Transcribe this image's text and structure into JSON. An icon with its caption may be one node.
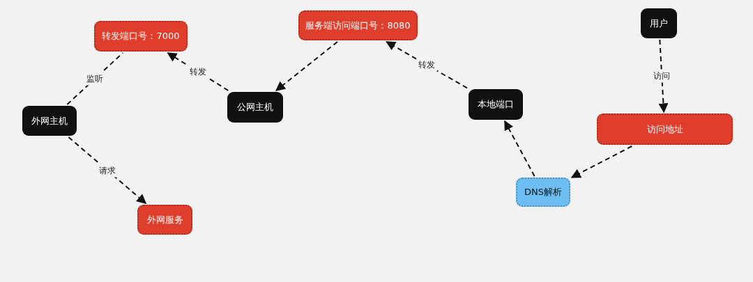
{
  "diagram": {
    "nodes": [
      {
        "text": [
          "用户"
        ]
      },
      {
        "text": [
          "访问地址"
        ]
      },
      {
        "text": [
          "DNS解析"
        ]
      },
      {
        "text": [
          "本地端口"
        ]
      },
      {
        "text": [
          "服务端访问端口号：8080"
        ]
      },
      {
        "text": [
          "公网主机"
        ]
      },
      {
        "text": [
          "转发端口号：7000"
        ]
      },
      {
        "text": [
          "外网主机"
        ]
      },
      {
        "text": [
          "外网服务"
        ]
      }
    ],
    "edges": [
      {
        "from": 0,
        "to": 1,
        "arrow": "to",
        "label": "访问"
      },
      {
        "from": 1,
        "to": 2,
        "arrow": "to"
      },
      {
        "from": 2,
        "to": 3,
        "arrow": "to"
      },
      {
        "from": 3,
        "to": 4,
        "arrow": "to",
        "label": "转发"
      },
      {
        "from": 4,
        "to": 5,
        "arrow": "to"
      },
      {
        "from": 5,
        "to": 6,
        "arrow": "to",
        "label": "转发"
      },
      {
        "from": 7,
        "to": 6,
        "arrow": "none",
        "label": "监听"
      },
      {
        "from": 7,
        "to": 8,
        "arrow": "to",
        "label": "请求"
      }
    ]
  }
}
